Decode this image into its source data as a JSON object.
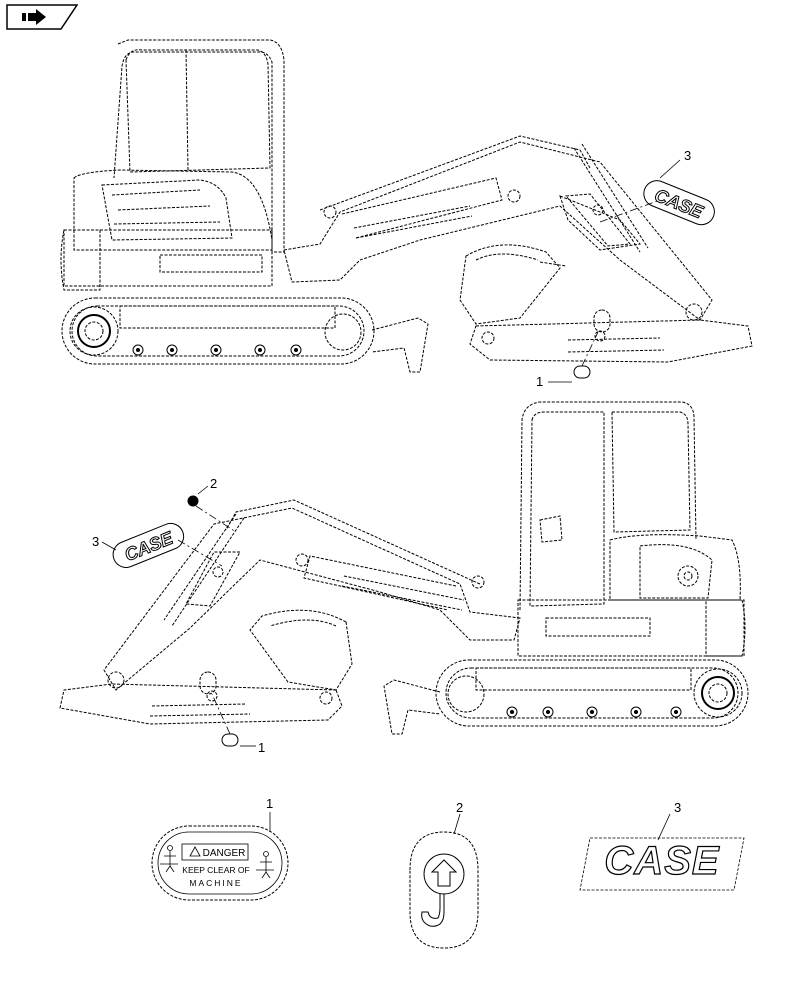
{
  "nav": {
    "icon": "arrow-right-icon"
  },
  "callouts": {
    "top": [
      {
        "label": "3"
      },
      {
        "label": "1"
      }
    ],
    "middle": [
      {
        "label": "2"
      },
      {
        "label": "3"
      },
      {
        "label": "1"
      }
    ],
    "decals": [
      {
        "label": "1"
      },
      {
        "label": "2"
      },
      {
        "label": "3"
      }
    ]
  },
  "decals": {
    "danger": {
      "title": "DANGER",
      "line1": "KEEP CLEAR OF",
      "line2": "MACHINE"
    },
    "brand": {
      "text": "CASE"
    },
    "hook": {
      "icon": "lift-hook-arrow-icon"
    }
  }
}
